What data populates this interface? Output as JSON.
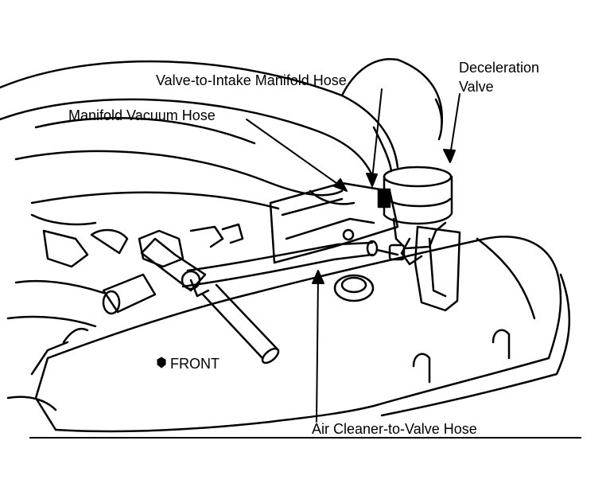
{
  "labels": {
    "deceleration_valve_line1": "Deceleration",
    "deceleration_valve_line2": "Valve",
    "valve_to_intake": "Valve-to-Intake Manifold Hose",
    "manifold_vacuum": "Manifold Vacuum Hose",
    "air_cleaner_to_valve": "Air Cleaner-to-Valve Hose",
    "front": "FRONT"
  },
  "colors": {
    "ink": "#000000",
    "paper": "#ffffff"
  }
}
